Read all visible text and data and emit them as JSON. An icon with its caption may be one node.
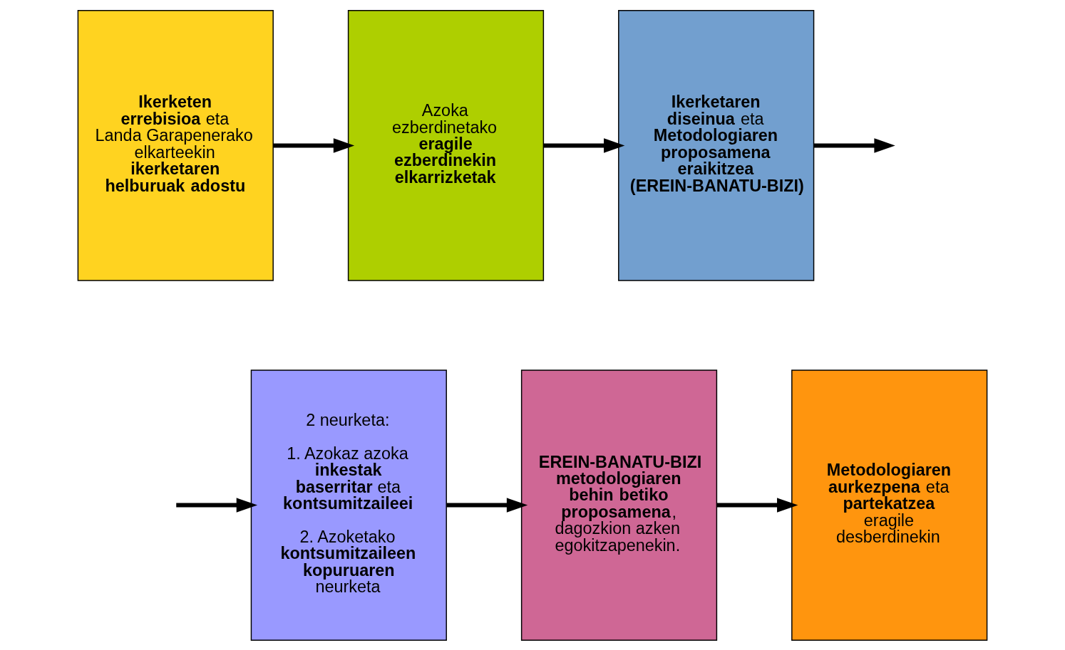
{
  "diagram": {
    "nodes": [
      {
        "text": [
          "**Ikerketen errebisioa** eta Landa Garapenerako elkarteekin **ikerketaren helburuak adostu**"
        ]
      },
      {
        "text": [
          "Azoka ezberdinetako **eragile ezberdinekin elkarrizketak**"
        ]
      },
      {
        "text": [
          "**Ikerketaren diseinua** eta **Metodologiaren proposamena eraikitzea (EREIN-BANATU-BIZI)**"
        ]
      },
      {
        "text": [
          "2 neurketa:",
          "1. Azokaz azoka **inkestak baserritar** eta **kontsumitzaileei**",
          "2. Azoketako **kontsumitzaileen kopuruaren** neurketa"
        ]
      },
      {
        "text": [
          "**EREIN-BANATU-BIZI metodologiaren behin betiko proposamena**, dagozkion azken egokitzapenekin."
        ]
      },
      {
        "text": [
          "**Metodologiaren aurkezpena** eta **partekatzea** eragile desberdinekin"
        ]
      }
    ],
    "edges": [
      {
        "from": 0,
        "to": 1,
        "arrow": "to"
      },
      {
        "from": 1,
        "to": 2,
        "arrow": "to"
      },
      {
        "from": 2,
        "to": null,
        "arrow": "to"
      },
      {
        "from": null,
        "to": 3,
        "arrow": "to"
      },
      {
        "from": 3,
        "to": 4,
        "arrow": "to"
      },
      {
        "from": 4,
        "to": 5,
        "arrow": "to"
      }
    ]
  }
}
